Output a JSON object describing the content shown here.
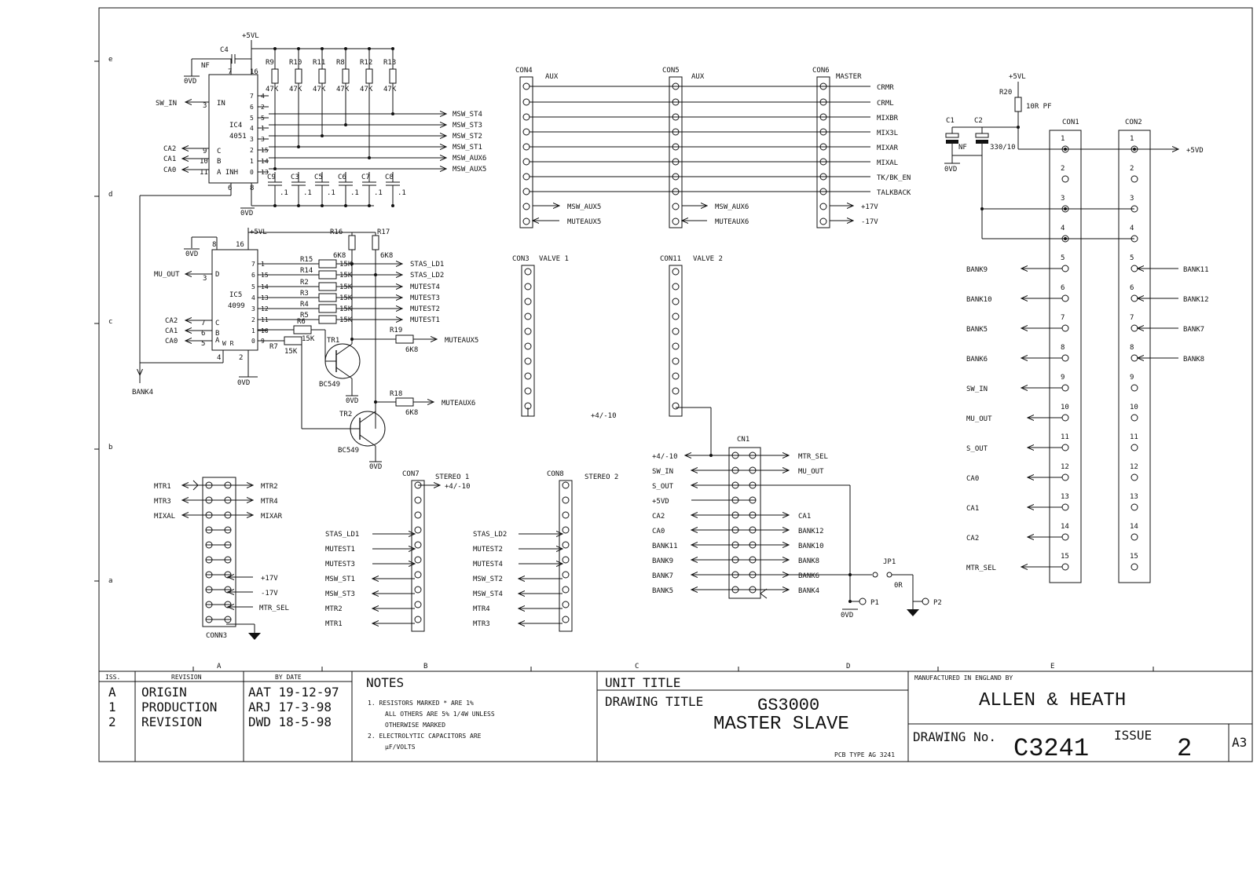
{
  "grid": {
    "rows": [
      "e",
      "d",
      "c",
      "b",
      "a"
    ],
    "cols": [
      "A",
      "B",
      "C",
      "D",
      "E"
    ]
  },
  "ic4": {
    "name": "IC4",
    "part": "4051",
    "top_left_pin": "7",
    "top_right_pin": "16",
    "bottom_left_pin": "6",
    "bottom_right_pin": "8",
    "left_pins": [
      {
        "num": "3",
        "label": "IN"
      },
      {
        "num": "9",
        "label": "C"
      },
      {
        "num": "10",
        "label": "B"
      },
      {
        "num": "11",
        "label": "A INH"
      }
    ],
    "right_pins": [
      {
        "num": "7",
        "ch": "4"
      },
      {
        "num": "6",
        "ch": "2"
      },
      {
        "num": "5",
        "ch": "5"
      },
      {
        "num": "4",
        "ch": "1"
      },
      {
        "num": "3",
        "ch": "3"
      },
      {
        "num": "2",
        "ch": "15"
      },
      {
        "num": "1",
        "ch": "14"
      },
      {
        "num": "0",
        "ch": "13"
      }
    ],
    "in_signals": [
      "SW_IN",
      "CA2",
      "CA1",
      "CA0"
    ],
    "outputs": [
      "MSW_ST4",
      "MSW_ST3",
      "MSW_ST2",
      "MSW_ST1",
      "MSW_AUX6",
      "MSW_AUX5"
    ],
    "nf": "NF",
    "cap": "C4",
    "rail": "+5VL",
    "gnd_top": "0VD",
    "gnd_bottom": "0VD",
    "resistors": [
      {
        "ref": "R9",
        "value": "47K"
      },
      {
        "ref": "R10",
        "value": "47K"
      },
      {
        "ref": "R11",
        "value": "47K"
      },
      {
        "ref": "R8",
        "value": "47K"
      },
      {
        "ref": "R12",
        "value": "47K"
      },
      {
        "ref": "R13",
        "value": "47K"
      }
    ],
    "caps": [
      {
        "ref": "C9",
        "value": ".1"
      },
      {
        "ref": "C3",
        "value": ".1"
      },
      {
        "ref": "C5",
        "value": ".1"
      },
      {
        "ref": "C6",
        "value": ".1"
      },
      {
        "ref": "C7",
        "value": ".1"
      },
      {
        "ref": "C8",
        "value": ".1"
      }
    ]
  },
  "ic5": {
    "name": "IC5",
    "part": "4099",
    "top_left_pin": "8",
    "top_right_pin": "16",
    "bottom_left_pin": "4",
    "bottom_right_pin": "2",
    "left_pins": [
      {
        "num": "3",
        "label": "D"
      },
      {
        "num": "7",
        "label": "C"
      },
      {
        "num": "6",
        "label": "B"
      },
      {
        "num": "5",
        "label": "A"
      }
    ],
    "wr": "W   R",
    "right_pins": [
      {
        "num": "7",
        "ch": "1"
      },
      {
        "num": "6",
        "ch": "15"
      },
      {
        "num": "5",
        "ch": "14"
      },
      {
        "num": "4",
        "ch": "13"
      },
      {
        "num": "3",
        "ch": "12"
      },
      {
        "num": "2",
        "ch": "11"
      },
      {
        "num": "1",
        "ch": "10"
      },
      {
        "num": "0",
        "ch": "9"
      }
    ],
    "in_signals": [
      "MU_OUT",
      "CA2",
      "CA1",
      "CA0"
    ],
    "rail": "+5VL",
    "gnd_top": "0VD",
    "gnd_bottom": "0VD",
    "resistors": [
      {
        "ref": "R15",
        "value": ""
      },
      {
        "ref": "R14",
        "value": "15K"
      },
      {
        "ref": "R2",
        "value": "15K"
      },
      {
        "ref": "R3",
        "value": "15K"
      },
      {
        "ref": "R4",
        "value": "15K"
      },
      {
        "ref": "R5",
        "value": "15K"
      }
    ],
    "first_value": "15K",
    "outputs": [
      "STAS_LD1",
      "STAS_LD2",
      "MUTEST4",
      "MUTEST3",
      "MUTEST2",
      "MUTEST1"
    ],
    "r16": "R16",
    "r16v": "6K8",
    "r17": "R17",
    "r17v": "6K8",
    "r6": "R6",
    "r6v": "15K",
    "r7": "R7",
    "r7v": "15K",
    "r19": "R19",
    "r19v": "6K8",
    "r18": "R18",
    "r18v": "6K8",
    "tr1": "TR1",
    "tr2": "TR2",
    "tr_part": "BC549",
    "tr_part2": "BC549",
    "muteaux5": "MUTEAUX5",
    "muteaux6": "MUTEAUX6",
    "tr_gnd1": "0VD",
    "tr_gnd2": "0VD",
    "bank4": "BANK4"
  },
  "aux": {
    "con4": "CON4",
    "con4_tag": "AUX",
    "con5": "CON5",
    "con5_tag": "AUX",
    "con6": "CON6",
    "con6_tag": "MASTER",
    "signals": [
      "CRMR",
      "CRML",
      "MIXBR",
      "MIX3L",
      "MIXAR",
      "MIXAL",
      "TK/BK_EN",
      "TALKBACK"
    ],
    "rail_pos": "+17V",
    "rail_neg": "-17V",
    "con4_a": "MSW_AUX5",
    "con4_b": "MUTEAUX5",
    "con5_a": "MSW_AUX6",
    "con5_b": "MUTEAUX6"
  },
  "valves": {
    "con3": "CON3",
    "con3_tag": "VALVE 1",
    "con11": "CON11",
    "con11_tag": "VALVE 2",
    "net": "+4/-10"
  },
  "conn3": {
    "name": "CONN3",
    "left": [
      "MTR1",
      "MTR3",
      "MIXAL"
    ],
    "right": [
      "MTR2",
      "MTR4",
      "MIXAR",
      "+17V",
      "-17V",
      "MTR_SEL"
    ]
  },
  "con7": {
    "name": "CON7",
    "tag": "STEREO 1",
    "top": "+4/-10",
    "labels": [
      "STAS_LD1",
      "MUTEST1",
      "MUTEST3",
      "MSW_ST1",
      "MSW_ST3",
      "MTR2",
      "MTR1"
    ]
  },
  "con8": {
    "name": "CON8",
    "tag": "STEREO 2",
    "labels": [
      "STAS_LD2",
      "MUTEST2",
      "MUTEST4",
      "MSW_ST2",
      "MSW_ST4",
      "MTR4",
      "MTR3"
    ]
  },
  "cn1": {
    "name": "CN1",
    "left": [
      "+4/-10",
      "SW_IN",
      "S_OUT",
      "+5VD",
      "CA2",
      "CA0",
      "BANK11",
      "BANK9",
      "BANK7",
      "BANK5"
    ],
    "right": [
      "MTR_SEL",
      "MU_OUT",
      "",
      "",
      "CA1",
      "BANK12",
      "BANK10",
      "BANK8",
      "BANK6",
      "BANK4"
    ],
    "jp1": "JP1",
    "jp1_value": "0R",
    "p1": "P1",
    "p2": "P2",
    "gnd": "0VD"
  },
  "con1": {
    "name": "CON1",
    "con2": "CON2",
    "r20": "R20",
    "r20v": "10R PF",
    "rail": "+5VL",
    "out_rail": "+5VD",
    "c1": "C1",
    "c1v": "NF",
    "c2": "C2",
    "c2v": "330/10",
    "gnd": "0VD",
    "pins": [
      "1",
      "2",
      "3",
      "4",
      "5",
      "6",
      "7",
      "8",
      "9",
      "10",
      "11",
      "12",
      "13",
      "14",
      "15"
    ],
    "left": [
      "",
      "",
      "",
      "",
      "BANK9",
      "BANK10",
      "BANK5",
      "BANK6",
      "SW_IN",
      "MU_OUT",
      "S_OUT",
      "CA0",
      "CA1",
      "CA2",
      "MTR_SEL"
    ],
    "right": [
      "",
      "",
      "",
      "",
      "BANK11",
      "BANK12",
      "BANK7",
      "BANK8",
      "",
      "",
      "",
      "",
      "",
      "",
      ""
    ]
  },
  "title_block": {
    "iss_head": "ISS.",
    "rev_head": "REVISION",
    "by_head": "BY  DATE",
    "rows": [
      {
        "iss": "A",
        "rev": "ORIGIN",
        "by": "AAT 19-12-97"
      },
      {
        "iss": "1",
        "rev": "PRODUCTION",
        "by": "ARJ 17-3-98"
      },
      {
        "iss": "2",
        "rev": "REVISION",
        "by": "DWD 18-5-98"
      }
    ],
    "notes_head": "NOTES",
    "notes": [
      "1.  RESISTORS MARKED * ARE 1%",
      "ALL OTHERS ARE 5% 1/4W UNLESS",
      "OTHERWISE MARKED",
      "2.  ELECTROLYTIC CAPACITORS ARE",
      "µF/VOLTS"
    ],
    "unit_title": "UNIT TITLE",
    "drawing_title_label": "DRAWING TITLE",
    "drawing_title_1": "GS3000",
    "drawing_title_2": "MASTER SLAVE",
    "pcb_type": "PCB TYPE AG 3241",
    "manufacturer_label": "MANUFACTURED IN ENGLAND BY",
    "manufacturer": "ALLEN & HEATH",
    "drawing_no_label": "DRAWING No.",
    "drawing_no": "C3241",
    "issue_label": "ISSUE",
    "issue": "2",
    "size": "A3"
  }
}
